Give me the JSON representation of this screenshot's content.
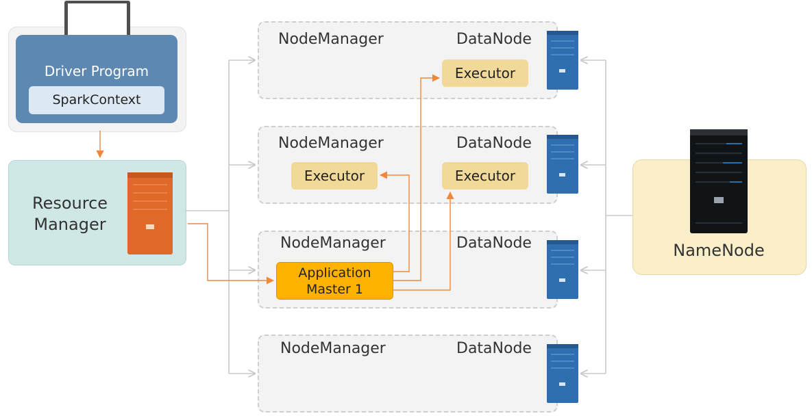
{
  "driver": {
    "title": "Driver Program",
    "context": "SparkContext"
  },
  "resource_manager": {
    "label_line1": "Resource",
    "label_line2": "Manager"
  },
  "nodes": [
    {
      "node_manager": "NodeManager",
      "data_node": "DataNode"
    },
    {
      "node_manager": "NodeManager",
      "data_node": "DataNode"
    },
    {
      "node_manager": "NodeManager",
      "data_node": "DataNode"
    },
    {
      "node_manager": "NodeManager",
      "data_node": "DataNode"
    }
  ],
  "executors": [
    "Executor",
    "Executor",
    "Executor"
  ],
  "app_master": {
    "line1": "Application",
    "line2": "Master 1"
  },
  "namenode": {
    "label": "NameNode"
  },
  "colors": {
    "driver_blue": "#5d88b2",
    "resource_teal": "#cfe8e6",
    "executor_tan": "#f0d999",
    "app_master_orange": "#ffb300",
    "arrow_orange": "#f0873a",
    "connector_gray": "#c8c8c8",
    "namenode_cream": "#fbefc9"
  },
  "icons": [
    "laptop-icon",
    "orange-server-icon",
    "blue-server-icon",
    "black-server-icon"
  ]
}
